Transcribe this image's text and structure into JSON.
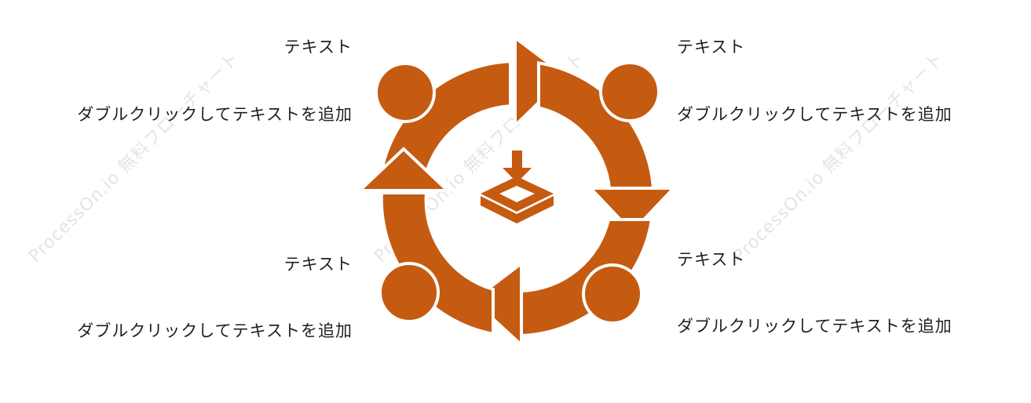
{
  "diagram": {
    "accent_color": "#c55a11",
    "center_icon": "download-tray-icon",
    "nodes": [
      {
        "id": "top-left",
        "title": "テキスト",
        "body": "ダブルクリックしてテキストを追加"
      },
      {
        "id": "top-right",
        "title": "テキスト",
        "body": "ダブルクリックしてテキストを追加"
      },
      {
        "id": "bottom-left",
        "title": "テキスト",
        "body": "ダブルクリックしてテキストを追加"
      },
      {
        "id": "bottom-right",
        "title": "テキスト",
        "body": "ダブルクリックしてテキストを追加"
      }
    ]
  },
  "watermark": {
    "text": "ProcessOn.io 無料フローチャート"
  }
}
